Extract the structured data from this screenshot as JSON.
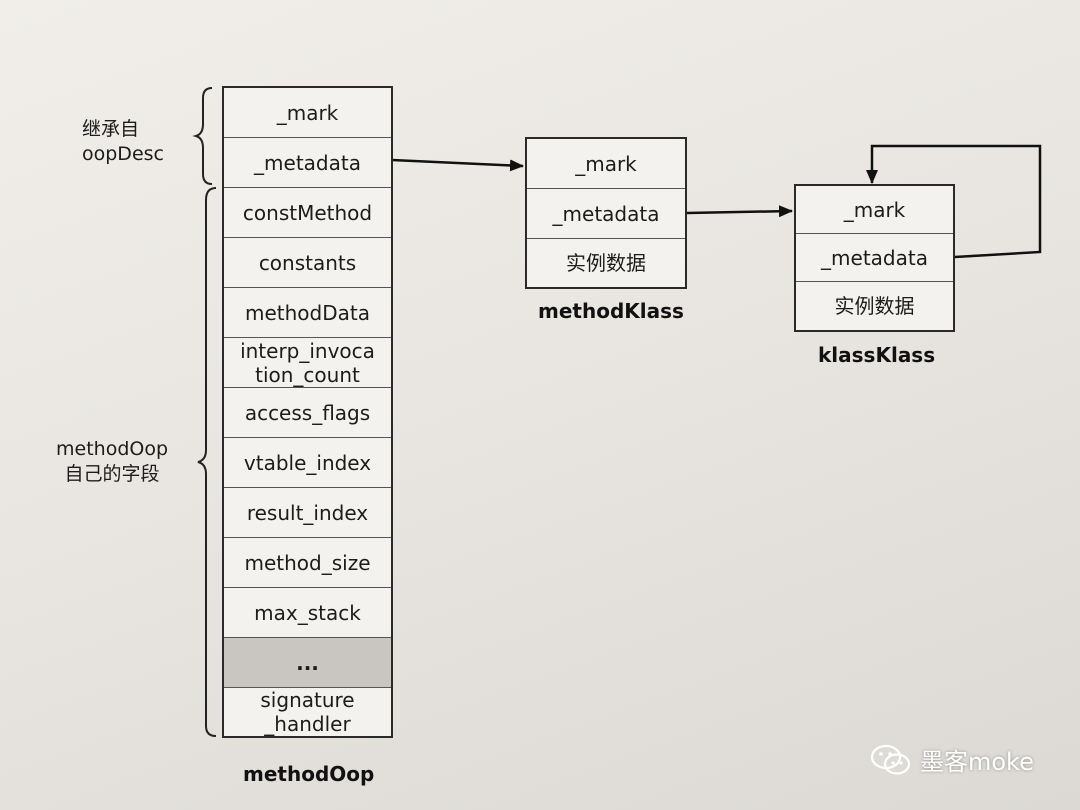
{
  "inherit_label": "继承自\noopDesc",
  "own_fields_label": "methodOop\n自己的字段",
  "methodOop": {
    "caption": "methodOop",
    "fields": [
      "_mark",
      "_metadata",
      "constMethod",
      "constants",
      "methodData",
      "interp_invoca\ntion_count",
      "access_flags",
      "vtable_index",
      "result_index",
      "method_size",
      "max_stack",
      "...",
      "signature\n_handler"
    ]
  },
  "methodKlass": {
    "caption": "methodKlass",
    "fields": [
      "_mark",
      "_metadata",
      "实例数据"
    ]
  },
  "klassKlass": {
    "caption": "klassKlass",
    "fields": [
      "_mark",
      "_metadata",
      "实例数据"
    ]
  },
  "watermark": {
    "text": "墨客moke",
    "icon": "wechat-icon"
  }
}
